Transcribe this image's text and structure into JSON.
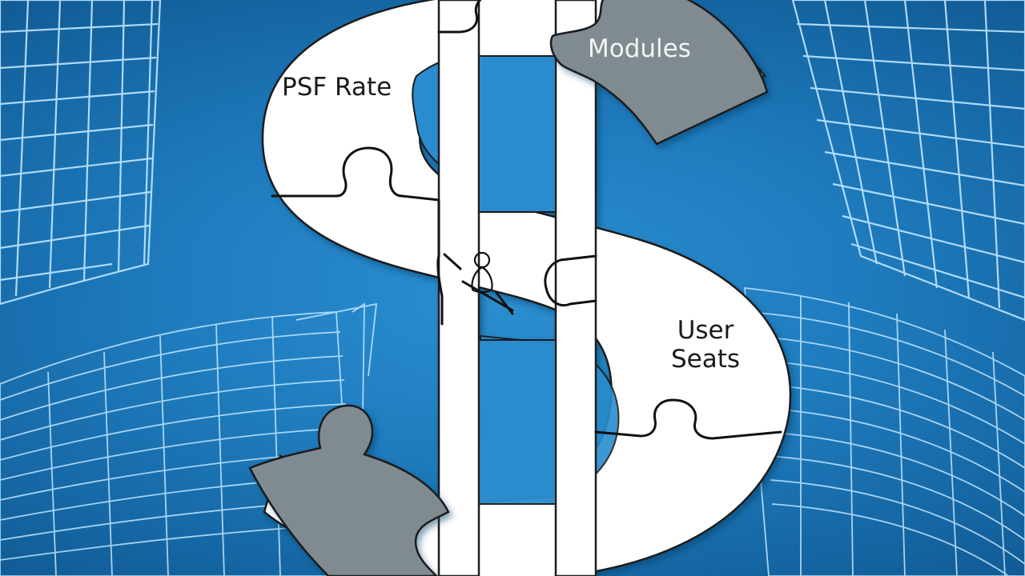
{
  "image": {
    "kind": "illustration",
    "palette": {
      "background": "#1f7dbf",
      "wireframe": "#bfe6ff",
      "dollar_sign": "#ffffff",
      "puzzle_gray": "#7f8a91",
      "outline": "#111111"
    }
  },
  "labels": {
    "psf_rate": "PSF Rate",
    "modules": "Modules",
    "user_seats_line1": "User",
    "user_seats_line2": "Seats"
  },
  "icons": {
    "person": "person-icon",
    "magnifier": "magnifier-icon"
  }
}
